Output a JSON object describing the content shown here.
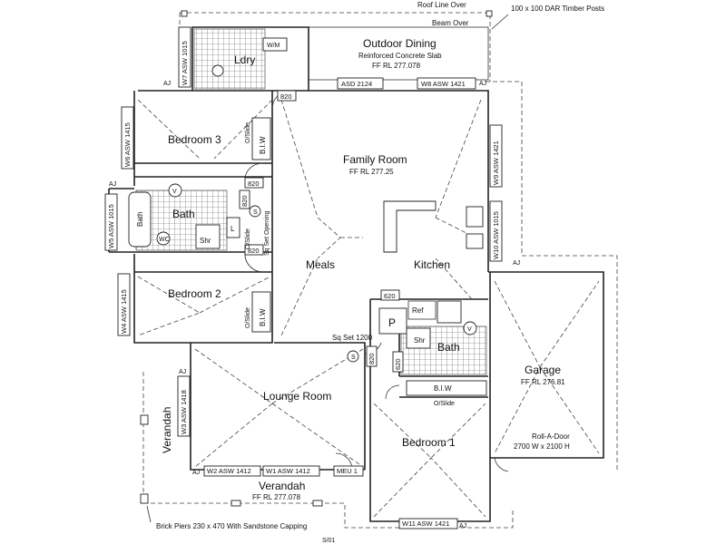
{
  "rooms": {
    "outdoor_dining": "Outdoor Dining",
    "outdoor_dining_slab": "Reinforced Concrete Slab",
    "outdoor_dining_rl": "FF RL 277.078",
    "bedroom3": "Bedroom 3",
    "family_room": "Family Room",
    "family_room_rl": "FF RL 277.25",
    "bath_left": "Bath",
    "bath_left_tub": "Bath",
    "meals": "Meals",
    "kitchen": "Kitchen",
    "bedroom2": "Bedroom 2",
    "lounge_room": "Lounge Room",
    "bath_right": "Bath",
    "garage": "Garage",
    "garage_rl": "FF RL 276.81",
    "bedroom1": "Bedroom 1",
    "verandah_side": "Verandah",
    "verandah_front": "Verandah",
    "verandah_front_rl": "FF RL 277.078",
    "laundry": "Ldry"
  },
  "fixtures": {
    "wm": "W/M",
    "wc": "WC",
    "shr_left": "Shr",
    "shr_right": "Shr",
    "biw_bed3": "B.I.W",
    "biw_bed2": "B.I.W",
    "biw_bed1": "B.I.W",
    "oslide_bed3": "O/Slide",
    "oslide_bed2": "O/Slide",
    "oslide_bath": "O/Slide",
    "oslide_bed1": "O/Slide",
    "ref": "Ref",
    "pantry": "P",
    "linen": "L",
    "sq_set_opening": "Sq Set Opening",
    "sq_set_1200": "Sq Set 1200",
    "v_left": "V",
    "v_right": "V",
    "s_left": "S",
    "s_right": "S"
  },
  "notes": {
    "roof_line_over": "Roof Line Over",
    "beam_over": "Beam Over",
    "timber_posts": "100 x 100 DAR Timber Posts",
    "brick_piers": "Brick Piers 230 x 470 With Sandstone Capping",
    "roll_a_door": "Roll-A-Door",
    "roll_a_door_size": "2700 W x 2100 H"
  },
  "windows": {
    "w7": "W7 ASW 1015",
    "asd": "ASD 2124",
    "w8": "W8 ASW 1421",
    "w6": "W6 ASW 1415",
    "w9": "W9 ASW 1421",
    "w5": "W5 ASW 1015",
    "w10": "W10 ASW 1015",
    "w4": "W4 ASW 1415",
    "w3": "W3 ASW 1418",
    "w2": "W2 ASW 1412",
    "w1": "W1 ASW 1412",
    "meu": "MEU 1",
    "w11": "W11 ASW 1421"
  },
  "doors": {
    "d820_top": "820",
    "d820_bath_a": "820",
    "d820_bath_b": "820",
    "d820_bath_c": "820",
    "d620_pantry": "620",
    "d820_lounge": "820",
    "d620_bath_right": "620"
  },
  "markers": {
    "aj": "AJ",
    "aj_right": "AJ",
    "aj_garage": "AJ",
    "aj_left": "AJ",
    "aj_front": "AJ",
    "aj_bottom": "AJ",
    "aj_w11": "AJ",
    "s1": "S/01"
  }
}
